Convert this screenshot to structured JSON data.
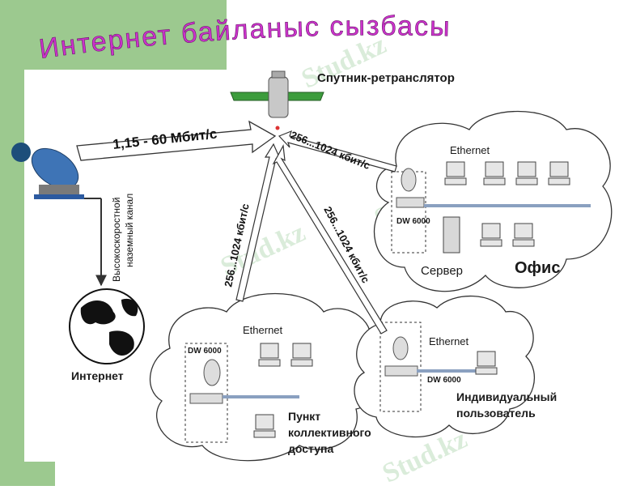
{
  "title": "Интернет байланыс сызбасы",
  "watermark": "Stud.kz",
  "satellite_label": "Спутник-ретранслятор",
  "link_main": "1,15  -  60  Мбит/с",
  "link_office": "256...1024 кбит/с",
  "link_collective": "256...1024 кбит/с",
  "link_individual": "256...1024 кбит/с",
  "ground_channel": [
    "Высокоскоростной",
    "наземный канал"
  ],
  "internet_label": "Интернет",
  "office": {
    "ethernet": "Ethernet",
    "device": "DW  6000",
    "server": "Сервер",
    "name": "Офис"
  },
  "collective": {
    "ethernet": "Ethernet",
    "device": "DW  6000",
    "name": [
      "Пункт",
      "коллективного",
      "доступа"
    ]
  },
  "individual": {
    "ethernet": "Ethernet",
    "device": "DW  6000",
    "name": [
      "Индивидуальный",
      "пользователь"
    ]
  },
  "colors": {
    "title": "#cc33cc",
    "green": "#9cc98f",
    "arrow_fill": "#ffffff",
    "line": "#333333"
  }
}
